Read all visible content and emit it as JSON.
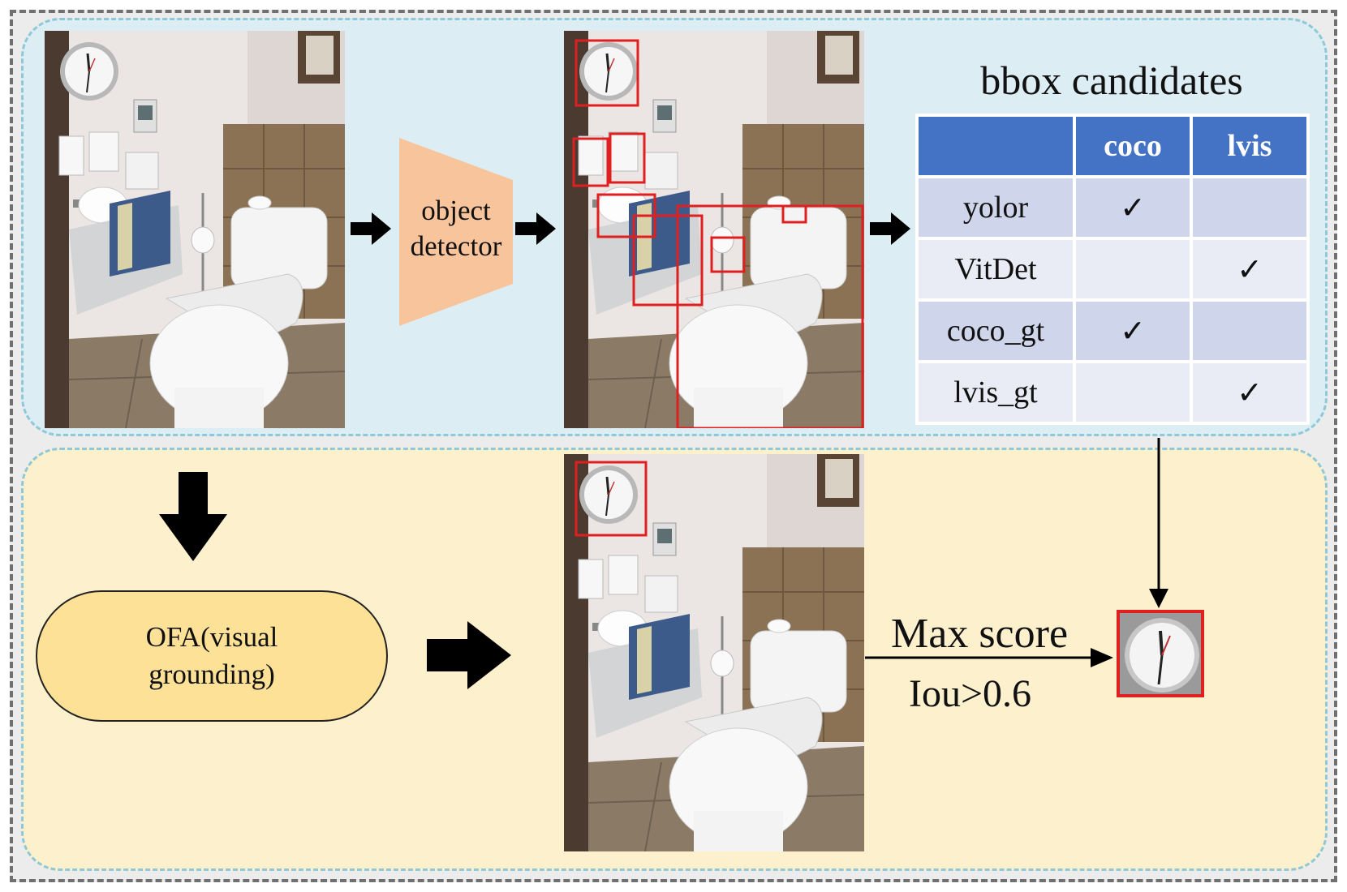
{
  "detector": {
    "label": "object detector"
  },
  "candidates": {
    "title": "bbox candidates",
    "headers": [
      "",
      "coco",
      "lvis"
    ],
    "rows": [
      {
        "name": "yolor",
        "coco": "✓",
        "lvis": ""
      },
      {
        "name": "VitDet",
        "coco": "",
        "lvis": "✓"
      },
      {
        "name": "coco_gt",
        "coco": "✓",
        "lvis": ""
      },
      {
        "name": "lvis_gt",
        "coco": "",
        "lvis": "✓"
      }
    ]
  },
  "grounding": {
    "label": "OFA(visual grounding)"
  },
  "selection": {
    "criterion": "Max score",
    "threshold": "Iou>0.6"
  },
  "colors": {
    "top_panel": "#dcedf3",
    "bottom_panel": "#fdf0cd",
    "detector": "#f8c49c",
    "table_header": "#4472c4",
    "bbox": "#e02020",
    "grounding_pill": "#fde197"
  }
}
